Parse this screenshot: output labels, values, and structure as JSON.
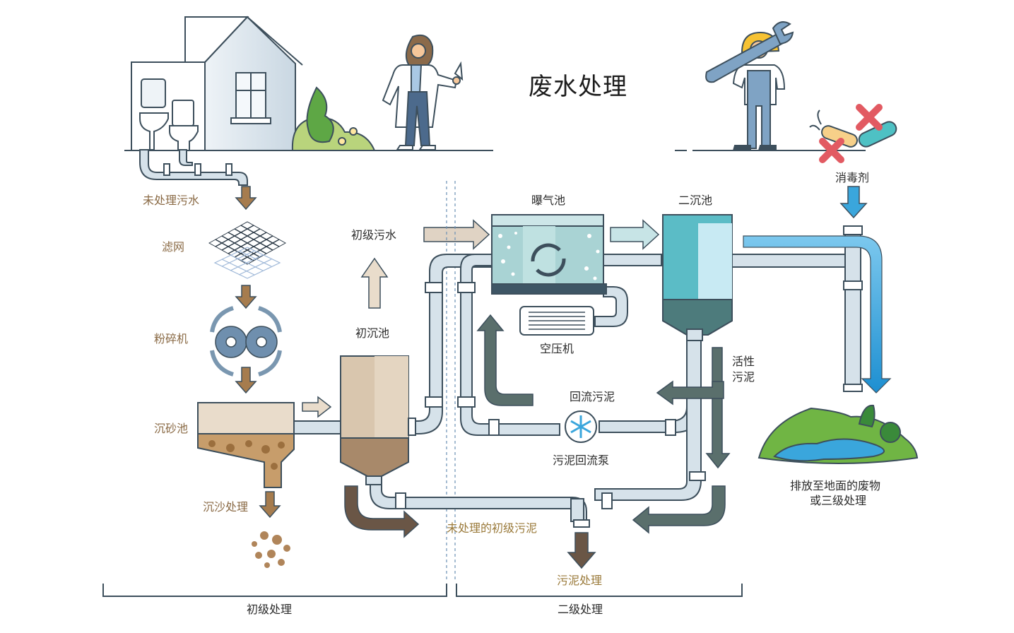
{
  "title": "废水处理",
  "labels": {
    "untreated_sewage": "未处理污水",
    "screen": "滤网",
    "grinder": "粉碎机",
    "grit_chamber": "沉砂池",
    "grit_disposal": "沉沙处理",
    "primary_sewage": "初级污水",
    "primary_clarifier": "初沉池",
    "aeration_tank": "曝气池",
    "secondary_clarifier": "二沉池",
    "disinfectant": "消毒剂",
    "air_compressor": "空压机",
    "return_sludge": "回流污泥",
    "activated_sludge_line1": "活性",
    "activated_sludge_line2": "污泥",
    "sludge_return_pump": "污泥回流泵",
    "untreated_primary_sludge": "未处理的初级污泥",
    "sludge_disposal": "污泥处理",
    "discharge_line1": "排放至地面的废物",
    "discharge_line2": "或三级处理",
    "primary_treatment": "初级处理",
    "secondary_treatment": "二级处理"
  },
  "colors": {
    "brown_label": "#8a6a45",
    "pipe": "#d6e2ea",
    "pipe_outline": "#3d4f5c",
    "sludge_arrow": "#5a6f6c",
    "water_blue": "#3aa6dc",
    "teal_tank": "#5bbcc6",
    "brown_arrow": "#a67c4e"
  }
}
